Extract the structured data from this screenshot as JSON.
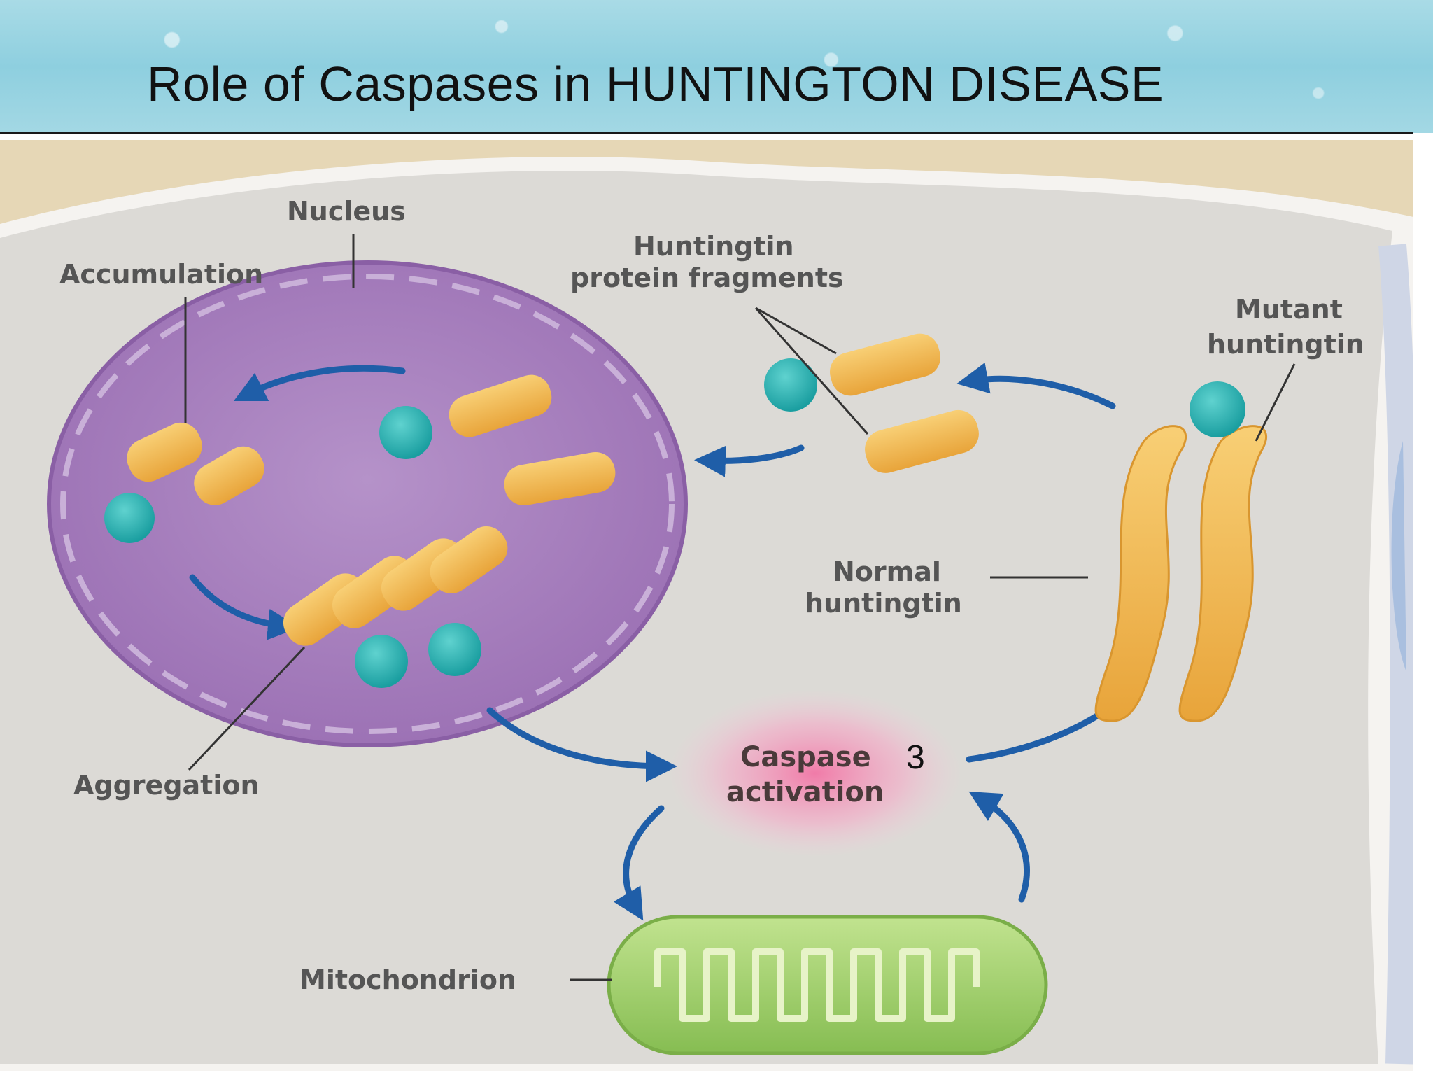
{
  "title": "Role of Caspases in HUNTINGTON DISEASE",
  "colors": {
    "cell_background": "#dcdad6",
    "cell_border": "#e2cfa6",
    "nucleus": "#a980bf",
    "protein": "#f0b850",
    "protein_head": "#2bb0b0",
    "arrow": "#1f5ea8",
    "caspase_glow": "#f46aa0",
    "mitochondrion": "#9fcf68"
  },
  "labels": {
    "nucleus": "Nucleus",
    "accumulation": "Accumulation",
    "huntingtin_fragments_line1": "Huntingtin",
    "huntingtin_fragments_line2": "protein fragments",
    "mutant_line1": "Mutant",
    "mutant_line2": "huntingtin",
    "normal_line1": "Normal",
    "normal_line2": "huntingtin",
    "caspase_line1": "Caspase",
    "caspase_number": "3",
    "caspase_line2": "activation",
    "aggregation": "Aggregation",
    "mitochondrion": "Mitochondrion"
  }
}
